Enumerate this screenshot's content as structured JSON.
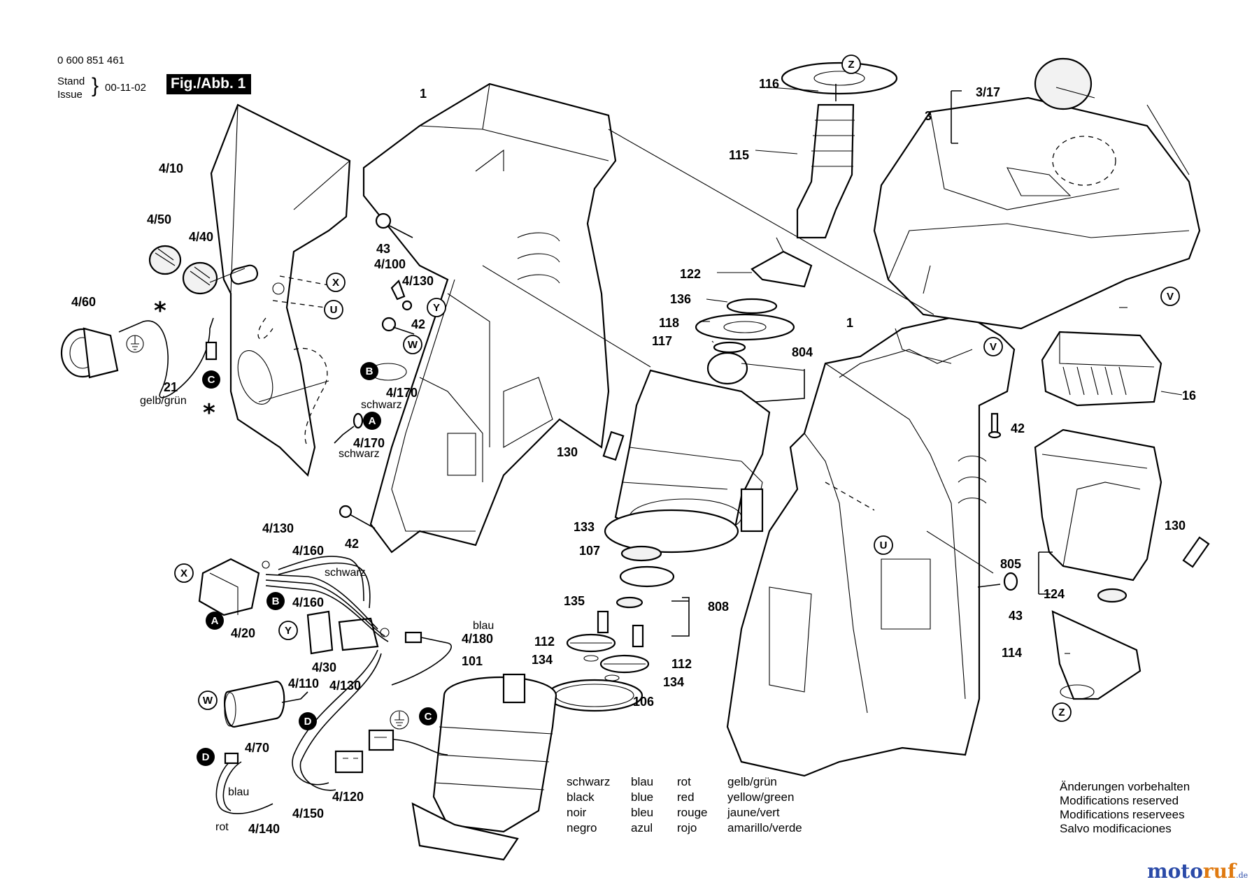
{
  "header": {
    "part_number": "0 600 851 461",
    "stand": "Stand",
    "issue": "Issue",
    "date": "00-11-02",
    "figure": "Fig./Abb. 1"
  },
  "callouts": [
    "1",
    "1",
    "3",
    "3/17",
    "4/10",
    "4/50",
    "4/40",
    "4/60",
    "21",
    "43",
    "4/100",
    "4/130",
    "42",
    "4/170",
    "4/170",
    "42",
    "4/130",
    "4/160",
    "4/160",
    "4/20",
    "4/30",
    "4/110",
    "4/130",
    "4/180",
    "4/70",
    "4/120",
    "4/150",
    "4/140",
    "101",
    "116",
    "115",
    "122",
    "136",
    "118",
    "117",
    "804",
    "130",
    "133",
    "107",
    "135",
    "808",
    "112",
    "134",
    "112",
    "134",
    "106",
    "42",
    "16",
    "130",
    "805",
    "124",
    "43",
    "114"
  ],
  "connectors": [
    "X",
    "U",
    "Y",
    "W",
    "B",
    "A",
    "C",
    "X",
    "B",
    "A",
    "Y",
    "W",
    "D",
    "D",
    "C",
    "Z",
    "V",
    "V",
    "U",
    "Z"
  ],
  "wire_labels": [
    "gelb/grün",
    "schwarz",
    "schwarz",
    "schwarz",
    "blau",
    "blau",
    "rot"
  ],
  "color_legend": [
    [
      "schwarz",
      "black",
      "noir",
      "negro"
    ],
    [
      "blau",
      "blue",
      "bleu",
      "azul"
    ],
    [
      "rot",
      "red",
      "rouge",
      "rojo"
    ],
    [
      "gelb/grün",
      "yellow/green",
      "jaune/vert",
      "amarillo/verde"
    ]
  ],
  "notice": [
    "Änderungen vorbehalten",
    "Modifications reserved",
    "Modifications reservees",
    "Salvo modificaciones"
  ],
  "watermark": {
    "name_a": "moto",
    "name_b": "ruf",
    "suffix": ".de"
  }
}
